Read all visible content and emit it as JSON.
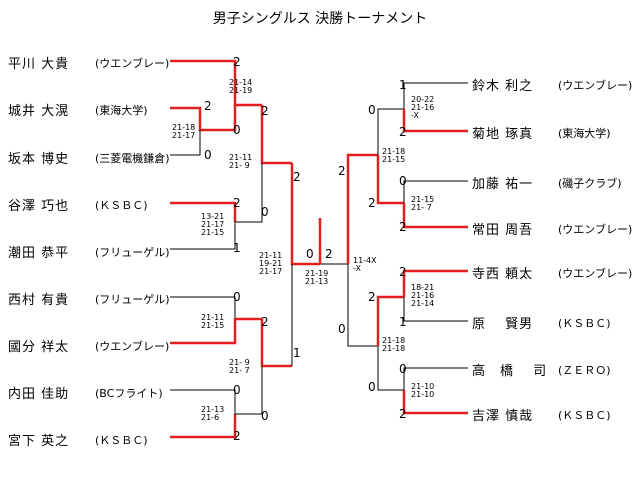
{
  "title": "男子シングルス 決勝トーナメント",
  "left_players": [
    {
      "name": "平川 大貴",
      "club": "(ウエンブレー)"
    },
    {
      "name": "城井 大滉",
      "club": "(東海大学)"
    },
    {
      "name": "坂本 博史",
      "club": "(三菱電機鎌倉)"
    },
    {
      "name": "谷澤 巧也",
      "club": "(ＫＳＢＣ)"
    },
    {
      "name": "潮田 恭平",
      "club": "(フリューゲル)"
    },
    {
      "name": "西村 有貴",
      "club": "(フリューゲル)"
    },
    {
      "name": "國分 祥太",
      "club": "(ウエンブレー)"
    },
    {
      "name": "内田 佳助",
      "club": "(BCフライト)"
    },
    {
      "name": "宮下 英之",
      "club": "(ＫＳＢＣ)"
    }
  ],
  "right_players": [
    {
      "name": "鈴木 利之",
      "club": "(ウエンブレー)"
    },
    {
      "name": "菊地 琢真",
      "club": "(東海大学)"
    },
    {
      "name": "加藤 祐一",
      "club": "(磯子クラブ)"
    },
    {
      "name": "常田 周吾",
      "club": "(ウエンブレー)"
    },
    {
      "name": "寺西 頼太",
      "club": "(ウエンブレー)"
    },
    {
      "name": "原　 賢男",
      "club": "(ＫＳＢＣ)"
    },
    {
      "name": "高　橋　 司",
      "club": "(ＺＥＲＯ)"
    },
    {
      "name": "吉澤 慎哉",
      "club": "(ＫＳＢＣ)"
    }
  ],
  "game_scores": {
    "l_r1_m1": "21-14\n21-19",
    "l_r1_m2a": "21-18\n21-17",
    "l_r1_m3": "13-21\n21-17\n21-15",
    "l_r1_m4": "21-11\n21-15",
    "l_r1_m5": "21-13\n21-6",
    "l_r2_top": "21-11\n21- 9",
    "l_r2_bot": "21- 9\n21- 7",
    "l_r3": "21-11\n19-21\n21-17",
    "final": "21-19\n21-13",
    "final_retire": "11-4X\n-X",
    "r_r1_m1": "20-22\n21-16\n-X",
    "r_r1_m2": "21-15\n21- 7",
    "r_r1_m3": "18-21\n21-16\n21-14",
    "r_r1_m4": "21-10\n21-10",
    "r_r2_top": "21-18\n21-15",
    "r_r2_bot": "21-18\n21-18"
  },
  "match_points": {
    "l1": "2",
    "l2a": "2",
    "l2b": "0",
    "l3": "0",
    "l4": "2",
    "l5": "1",
    "l6": "0",
    "l7": "2",
    "l8": "0",
    "l9": "2",
    "l_r2_a": "2",
    "l_r2_b": "0",
    "l_r2_c": "2",
    "l_r2_d": "0",
    "l_r3_a": "2",
    "l_r3_b": "1",
    "final_l": "0",
    "final_r": "2",
    "r1": "1",
    "r2": "2",
    "r3": "0",
    "r4": "2",
    "r5": "2",
    "r6": "1",
    "r7": "0",
    "r8": "2",
    "r_r2_a": "0",
    "r_r2_b": "2",
    "r_r2_c": "2",
    "r_r2_d": "0",
    "r_r3_a": "2",
    "r_r3_b": "0"
  },
  "colors": {
    "winner_line": "#e02020",
    "loser_line": "#000000"
  }
}
